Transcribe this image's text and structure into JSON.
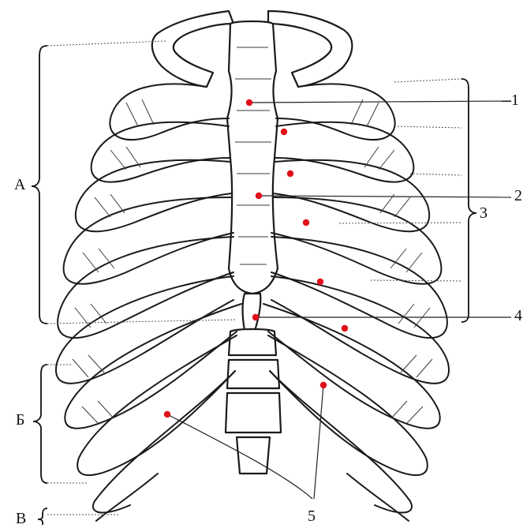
{
  "colors": {
    "marker": "#e0101a",
    "ink": "#1a1a1a",
    "paper": "#ffffff"
  },
  "labels": {
    "number_1": "1",
    "number_2": "2",
    "number_3": "3",
    "number_4": "4",
    "number_5": "5",
    "region_a": "А",
    "region_b": "Б",
    "region_v": "В"
  }
}
